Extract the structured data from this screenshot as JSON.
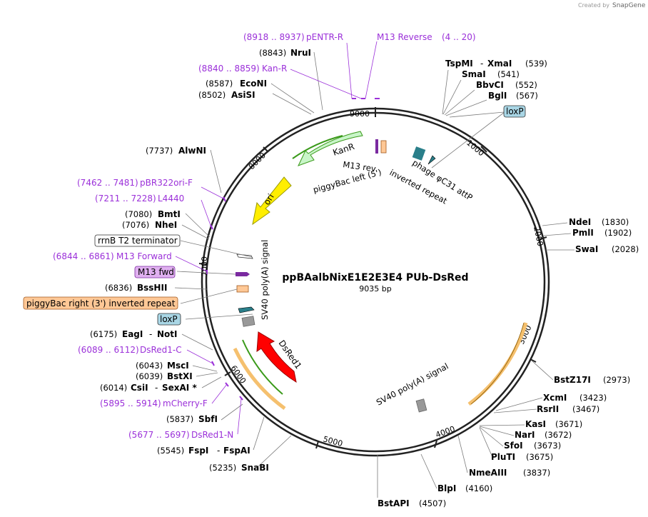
{
  "header": {
    "credit": "Created by",
    "brand": "SnapGene"
  },
  "plasmid": {
    "name": "ppBAalbNixE1E2E3E4 PUb-DsRed",
    "length": "9035 bp"
  },
  "ticks": [
    "9000",
    "1000",
    "2000",
    "3000",
    "4000",
    "5000",
    "6000",
    "7000",
    "8000"
  ],
  "enzymes": [
    {
      "name": "TspMI",
      "name2": "XmaI",
      "pos": "(539)"
    },
    {
      "name": "SmaI",
      "pos": "(541)"
    },
    {
      "name": "BbvCI",
      "pos": "(552)"
    },
    {
      "name": "BglI",
      "pos": "(567)"
    },
    {
      "name": "NdeI",
      "pos": "(1830)"
    },
    {
      "name": "PmlI",
      "pos": "(1902)"
    },
    {
      "name": "SwaI",
      "pos": "(2028)"
    },
    {
      "name": "BstZ17I",
      "pos": "(2973)"
    },
    {
      "name": "XcmI",
      "pos": "(3423)"
    },
    {
      "name": "RsrII",
      "pos": "(3467)"
    },
    {
      "name": "KasI",
      "pos": "(3671)"
    },
    {
      "name": "NarI",
      "pos": "(3672)"
    },
    {
      "name": "SfoI",
      "pos": "(3673)"
    },
    {
      "name": "PluTI",
      "pos": "(3675)"
    },
    {
      "name": "NmeAIII",
      "pos": "(3837)"
    },
    {
      "name": "BlpI",
      "pos": "(4160)"
    },
    {
      "name": "BstAPI",
      "pos": "(4507)"
    },
    {
      "name": "SnaBI",
      "pos": "(5235)"
    },
    {
      "name": "FspI",
      "name2": "FspAI",
      "pos": "(5545)"
    },
    {
      "name": "SbfI",
      "pos": "(5837)"
    },
    {
      "name": "CsiI",
      "name2": "SexAI *",
      "pos": "(6014)"
    },
    {
      "name": "BstXI",
      "pos": "(6039)"
    },
    {
      "name": "MscI",
      "pos": "(6043)"
    },
    {
      "name": "EagI",
      "name2": "NotI",
      "pos": "(6175)"
    },
    {
      "name": "BssHII",
      "pos": "(6836)"
    },
    {
      "name": "NheI",
      "pos": "(7076)"
    },
    {
      "name": "BmtI",
      "pos": "(7080)"
    },
    {
      "name": "AlwNI",
      "pos": "(7737)"
    },
    {
      "name": "AsiSI",
      "pos": "(8502)"
    },
    {
      "name": "EcoNI",
      "pos": "(8587)"
    },
    {
      "name": "NruI",
      "pos": "(8843)"
    }
  ],
  "primers": [
    {
      "range": "(8918 .. 8937)",
      "name": "pENTR-R"
    },
    {
      "name": "M13 Reverse",
      "range": "(4 .. 20)"
    },
    {
      "range": "(8840 .. 8859)",
      "name": "Kan-R"
    },
    {
      "range": "(7462 .. 7481)",
      "name": "pBR322ori-F"
    },
    {
      "range": "(7211 .. 7228)",
      "name": "L4440"
    },
    {
      "range": "(6844 .. 6861)",
      "name": "M13 Forward"
    },
    {
      "range": "(6089 .. 6112)",
      "name": "DsRed1-C"
    },
    {
      "range": "(5895 .. 5914)",
      "name": "mCherry-F"
    },
    {
      "range": "(5677 .. 5697)",
      "name": "DsRed1-N"
    }
  ],
  "boxed_labels": {
    "loxP_top": "loxP",
    "rrnB": "rrnB T2 terminator",
    "m13fwd": "M13 fwd",
    "piggybac_right": "piggyBac right (3') inverted repeat",
    "loxP_left": "loxP"
  },
  "features": {
    "kanr": "KanR",
    "ori": "ori",
    "m13rev": "M13 rev",
    "piggybac_left": "piggyBac left (5')",
    "inverted_repeat": "inverted repeat",
    "phage": "phage φC31 attP",
    "sv40_left": "SV40 poly(A) signal",
    "sv40_right": "SV40 poly(A) signal",
    "dsred": "DsRed1"
  },
  "colors": {
    "primer": "#9b30d9",
    "kanr_fill": "#c8f5c8",
    "ori_fill": "#ffee00",
    "dsred_fill": "#ff0000",
    "orange_arc": "#f5c06e",
    "green_arc": "#3a9a1a",
    "loxp_fill": "#a9d6e5",
    "piggybac_fill": "#ffc896",
    "m13fwd_fill": "#e0b0f0",
    "phage_fill": "#2a7f8a"
  }
}
